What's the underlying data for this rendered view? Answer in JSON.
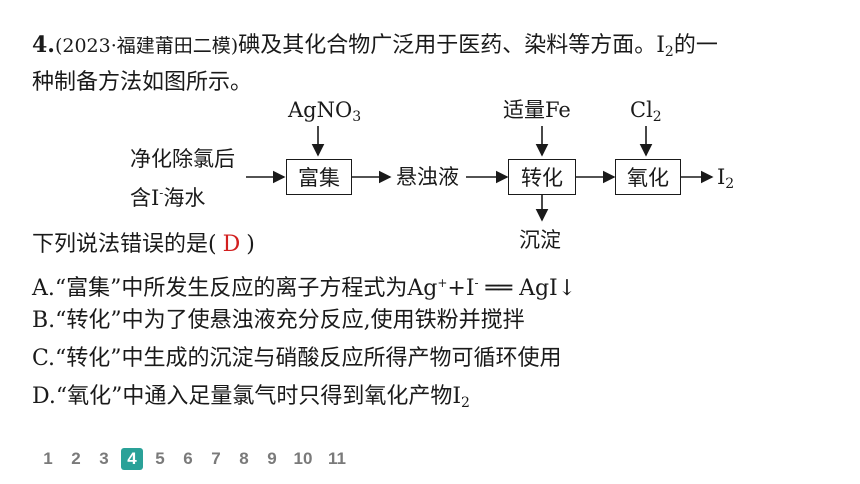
{
  "question": {
    "number": "4.",
    "source": "(2023·福建莆田二模)",
    "line1_text": "碘及其化合物广泛用于医药、染料等方面。I",
    "line1_sub": "2",
    "line1_tail": "的一",
    "line2_text": "种制备方法如图所示。"
  },
  "diagram": {
    "input_line1": "净化除氯后",
    "input_line2_a": "含I",
    "input_line2_sup": "-",
    "input_line2_b": "海水",
    "reagent1_main": "AgNO",
    "reagent1_sub": "3",
    "box1": "富集",
    "mid_label": "悬浊液",
    "reagent2": "适量Fe",
    "box2": "转化",
    "by_product": "沉淀",
    "reagent3_main": "Cl",
    "reagent3_sub": "2",
    "box3": "氧化",
    "output_main": "I",
    "output_sub": "2"
  },
  "prompt": {
    "text": "下列说法错误的是(",
    "answer": "D",
    "close": ")"
  },
  "options": {
    "A_a": "A.“富集”中所发生反应的离子方程式为Ag",
    "A_sup1": "+",
    "A_b": "+I",
    "A_sup2": "-",
    "A_c": " ══ AgI↓",
    "B": "B.“转化”中为了使悬浊液充分反应,使用铁粉并搅拌",
    "C": "C.“转化”中生成的沉淀与硝酸反应所得产物可循环使用",
    "D_a": "D.“氧化”中通入足量氯气时只得到氧化产物I",
    "D_sub": "2"
  },
  "pagination": {
    "pages": [
      "1",
      "2",
      "3",
      "4",
      "5",
      "6",
      "7",
      "8",
      "9",
      "10",
      "11"
    ],
    "active": "4"
  },
  "colors": {
    "answer": "#d21f1f",
    "active_page": "#2aa198"
  }
}
